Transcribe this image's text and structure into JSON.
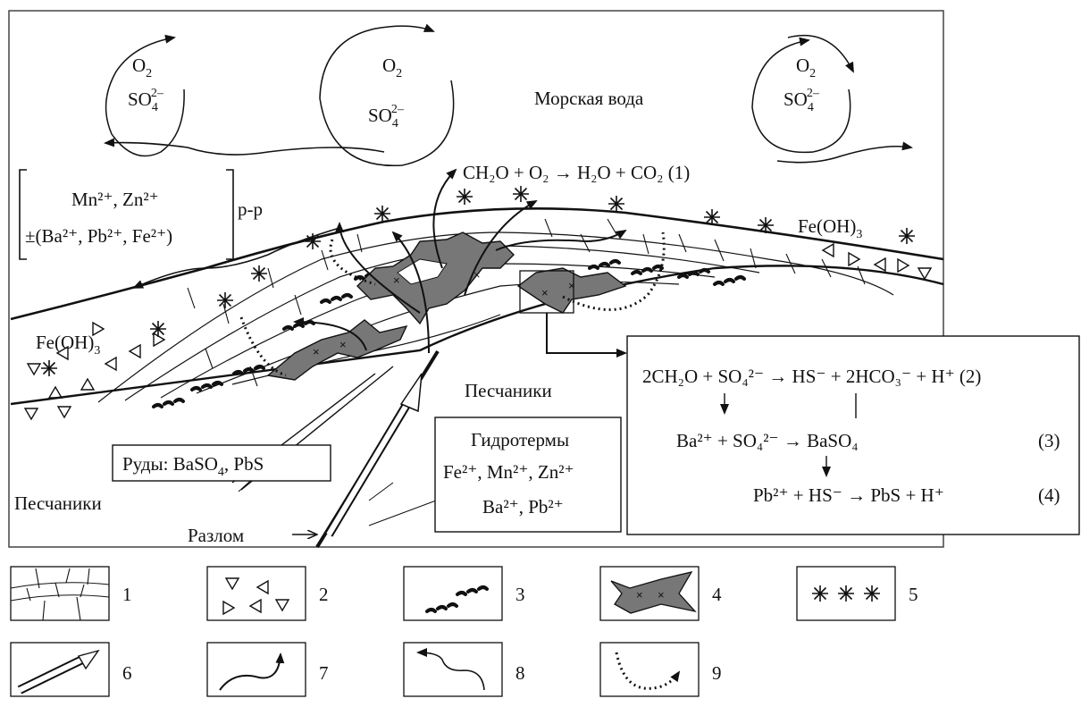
{
  "labels": {
    "sea_water": "Морская вода",
    "sandstone_right": "Песчаники",
    "sandstone_left": "Песчаники",
    "fault": "Разлом",
    "ores": "Руды: BaSO",
    "ores_tail": ", PbS",
    "fe_oh_right": "Fe(OH)",
    "fe_oh_left": "Fe(OH)",
    "o2": "O",
    "so4": "SO",
    "pp": "р-р"
  },
  "reaction1": "CH₂O + O₂ → H₂O + CO₂ (1)",
  "solution_box": {
    "line1": "Mn²⁺, Zn²⁺",
    "line2": "±(Ba²⁺, Pb²⁺, Fe²⁺)"
  },
  "hydrotherm_box": {
    "title": "Гидротермы",
    "line1": "Fe²⁺, Mn²⁺, Zn²⁺",
    "line2": "Ba²⁺, Pb²⁺"
  },
  "reactions_box": {
    "r2": "2CH₂O + SO₄²⁻ → HS⁻ + 2HCO₃⁻ + H⁺ (2)",
    "r3": "Ba²⁺ + SO₄²⁻ → BaSO₄",
    "r3_num": "(3)",
    "r4": "Pb²⁺ + HS⁻ → PbS + H⁺",
    "r4_num": "(4)"
  },
  "legend": {
    "items": [
      "1",
      "2",
      "3",
      "4",
      "5",
      "6",
      "7",
      "8",
      "9"
    ]
  }
}
